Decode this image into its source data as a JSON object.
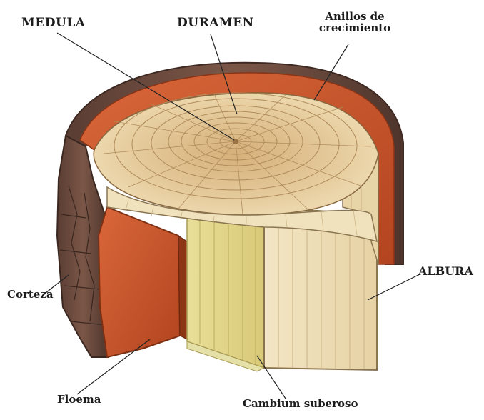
{
  "labels": {
    "medula": "MEDULA",
    "duramen": "DURAMEN",
    "anillos_line1": "Anillos de",
    "anillos_line2": "crecimiento",
    "albura": "ALBURA",
    "corteza": "Corteza",
    "floema": "Floema",
    "cambium": "Cambium suberoso"
  },
  "colors": {
    "bark": "#6b4a3e",
    "bark_dark": "#4a322a",
    "phloem": "#c8512a",
    "phloem_dark": "#a83f1f",
    "cut_surface": "#e8cfa0",
    "heartwood": "#d9b882",
    "sapwood": "#efe0b8",
    "cambium": "#e0d58a",
    "ring_line": "#a88458"
  }
}
